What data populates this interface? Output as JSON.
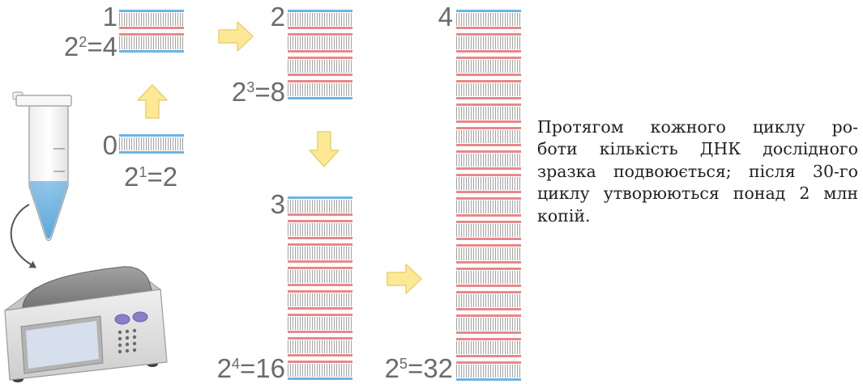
{
  "diagram": {
    "cycles": [
      {
        "label": "0",
        "equation": {
          "base": "2",
          "exponent": "1",
          "result": "=2"
        },
        "dna_molecules": 1
      },
      {
        "label": "1",
        "equation": {
          "base": "2",
          "exponent": "2",
          "result": "=4"
        },
        "dna_molecules": 2
      },
      {
        "label": "2",
        "equation": {
          "base": "2",
          "exponent": "3",
          "result": "=8"
        },
        "dna_molecules": 4
      },
      {
        "label": "3",
        "equation": {
          "base": "2",
          "exponent": "4",
          "result": "=16"
        },
        "dna_molecules": 8
      },
      {
        "label": "4",
        "equation": {
          "base": "2",
          "exponent": "5",
          "result": "=32"
        },
        "dna_molecules": 16
      }
    ],
    "step_arrows": [
      "arrow-up-icon",
      "arrow-right-icon",
      "arrow-down-icon",
      "arrow-right-icon"
    ],
    "icons": {
      "sample": "test-tube-icon",
      "transfer": "curved-arrow-icon",
      "instrument": "thermocycler-icon"
    }
  },
  "caption": {
    "lines": [
      "Протягом кожного циклу ро-",
      "боти кількість ДНК дослідного",
      "зразка подвоюється; після 30-го",
      "циклу утворюються понад 2 млн",
      "копій."
    ]
  },
  "colors": {
    "template_strand": "#6cb4e2",
    "new_strand": "#e7888a",
    "rung": "#a2a2a2",
    "arrow_fill": "#fde995",
    "arrow_stroke": "#eccf6e",
    "sample_liquid": "#5aa9dc",
    "label_text": "#6b6b6b",
    "caption_text": "#231f20"
  }
}
